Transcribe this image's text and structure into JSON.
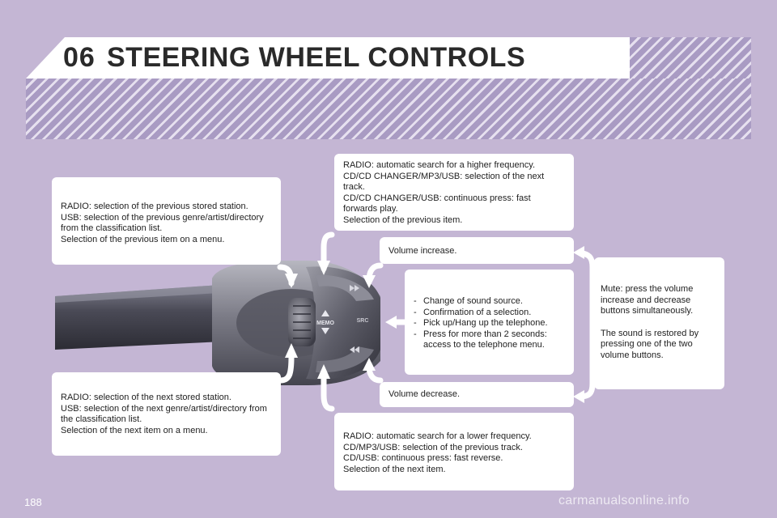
{
  "header": {
    "chapter_number": "06",
    "title": "STEERING WHEEL CONTROLS"
  },
  "callouts": {
    "previous_station": [
      "RADIO: selection of the previous stored station.",
      "USB: selection of the previous genre/artist/directory from the classification list.",
      "Selection of the previous item on a menu."
    ],
    "next_station": [
      "RADIO: selection of the next stored station.",
      "USB: selection of the next genre/artist/directory from the classification list.",
      "Selection of the next item on a menu."
    ],
    "higher_frequency": [
      "RADIO: automatic search for a higher frequency.",
      "CD/CD CHANGER/MP3/USB: selection of the next track.",
      "CD/CD CHANGER/USB: continuous press: fast forwards play.",
      "Selection of the previous item."
    ],
    "lower_frequency": [
      "RADIO: automatic search for a lower frequency.",
      "CD/MP3/USB: selection of the previous track.",
      "CD/USB: continuous press: fast reverse.",
      "Selection of the next item."
    ],
    "volume_increase": "Volume increase.",
    "volume_decrease": "Volume decrease.",
    "source_button": [
      "Change of sound source.",
      "Confirmation of a selection.",
      "Pick up/Hang up the telephone.",
      "Press for more than 2 seconds: access to the telephone menu."
    ],
    "mute": [
      "Mute: press the volume increase and decrease buttons simultaneously.",
      "The sound is restored by pressing one of the two volume buttons."
    ]
  },
  "control_labels": {
    "memo": "MEMO",
    "src": "SRC"
  },
  "footer": {
    "page_number": "188",
    "watermark": "carmanualsonline.info"
  },
  "colors": {
    "background": "#c4b6d4",
    "hatch": "#a99bc3",
    "panel": "#ffffff",
    "arrow": "#ffffff"
  },
  "icons": {
    "arrows": "white-curved-callout-arrows",
    "stalk": "steering-column-control-stalk"
  }
}
